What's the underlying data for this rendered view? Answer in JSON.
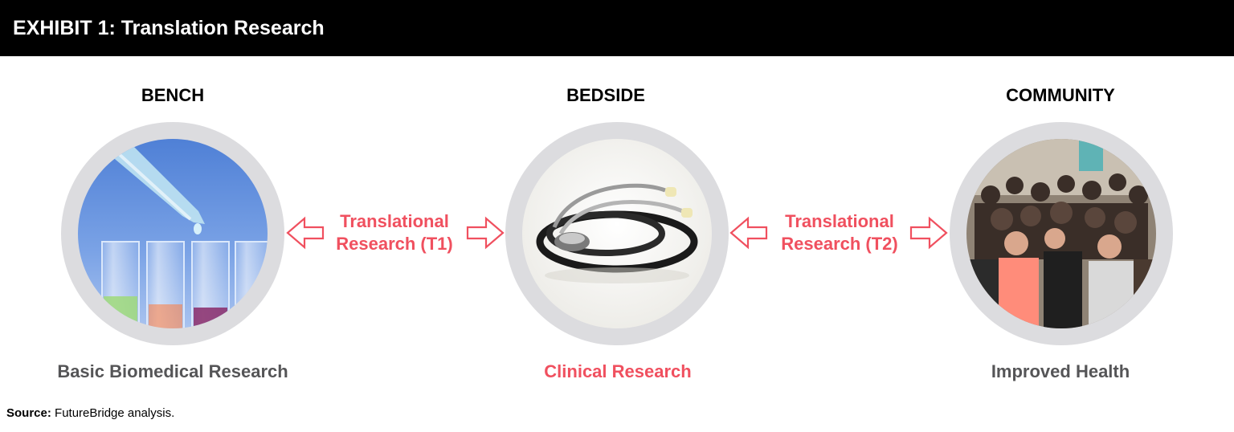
{
  "header": {
    "title": "EXHIBIT 1: Translation Research"
  },
  "colors": {
    "accent": "#f0505f",
    "caption_gray": "#555557",
    "ring": "#dcdcdf"
  },
  "stages": [
    {
      "label": "BENCH",
      "caption": "Basic Biomedical Research",
      "image_icon": "test-tubes-pipette-photo"
    },
    {
      "label": "BEDSIDE",
      "caption": "Clinical Research",
      "image_icon": "stethoscope-photo"
    },
    {
      "label": "COMMUNITY",
      "caption": "Improved Health",
      "image_icon": "crowd-photo"
    }
  ],
  "connectors": [
    {
      "line1": "Translational",
      "line2": "Research (T1)"
    },
    {
      "line1": "Translational",
      "line2": "Research (T2)"
    }
  ],
  "source": {
    "label": "Source:",
    "text": "FutureBridge analysis."
  }
}
